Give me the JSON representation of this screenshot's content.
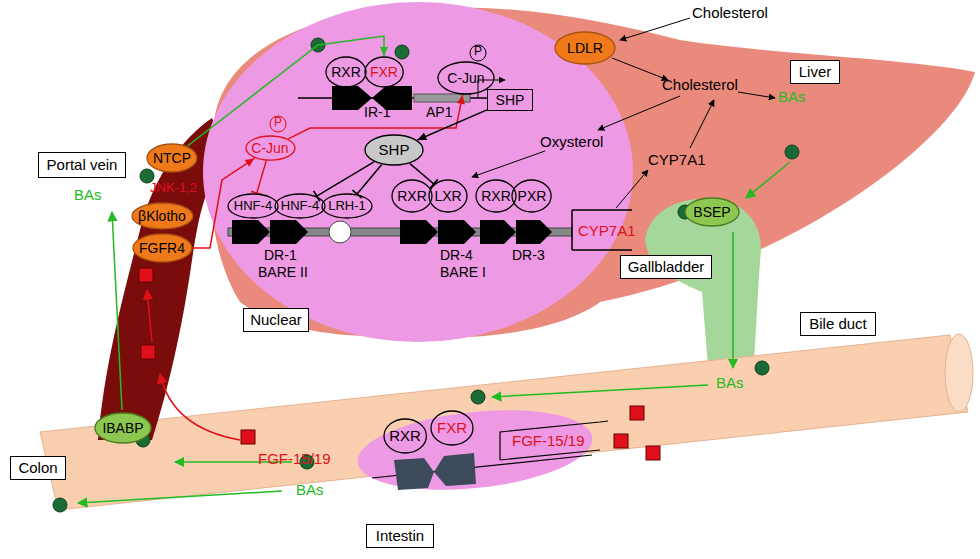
{
  "diagram": {
    "nodes": [
      {
        "text": [
          "LDLR"
        ]
      },
      {
        "text": [
          "Liver"
        ]
      },
      {
        "text": [
          "RXR"
        ]
      },
      {
        "text": [
          "FXR"
        ]
      },
      {
        "text": [
          "C-Jun"
        ]
      },
      {
        "text": [
          "SHP"
        ]
      },
      {
        "text": [
          "Portal vein"
        ]
      },
      {
        "text": [
          "NTCP"
        ]
      },
      {
        "text": [
          "C-Jun"
        ]
      },
      {
        "text": [
          "SHP"
        ]
      },
      {
        "text": [
          "HNF-4"
        ]
      },
      {
        "text": [
          "HNF-4"
        ]
      },
      {
        "text": [
          "LRH-1"
        ]
      },
      {
        "text": [
          "RXR"
        ]
      },
      {
        "text": [
          "LXR"
        ]
      },
      {
        "text": [
          "RXR"
        ]
      },
      {
        "text": [
          "PXR"
        ]
      },
      {
        "text": [
          "βKlotho"
        ]
      },
      {
        "text": [
          "FGFR4"
        ]
      },
      {
        "text": [
          "BSEP"
        ]
      },
      {
        "text": [
          "Gallbladder"
        ]
      },
      {
        "text": [
          "Nuclear"
        ]
      },
      {
        "text": [
          "Bile duct"
        ]
      },
      {
        "text": [
          "IBABP"
        ]
      },
      {
        "text": [
          "RXR"
        ]
      },
      {
        "text": [
          "FXR"
        ]
      },
      {
        "text": [
          "Colon"
        ]
      },
      {
        "text": [
          "Intestin"
        ]
      }
    ],
    "edges": [
      {
        "from": 18,
        "to": 8,
        "arrow": "to",
        "label": "JNK-1,2"
      },
      {
        "from": 8,
        "to": 10,
        "arrow": "to"
      },
      {
        "from": 8,
        "to": 4,
        "arrow": "to"
      },
      {
        "from": 5,
        "to": 9,
        "arrow": "to"
      },
      {
        "from": 9,
        "to": 11,
        "arrow": "to"
      },
      {
        "from": 9,
        "to": 12,
        "arrow": "to"
      },
      {
        "from": 9,
        "to": 14,
        "arrow": "to"
      },
      {
        "from": 7,
        "to": 3,
        "arrow": "to"
      }
    ],
    "labels": [
      "Cholesterol",
      "Cholesterol",
      "Oxysterol",
      "CYP7A1",
      "BAs",
      "BAs",
      "BAs",
      "BAs",
      "IR-1",
      "AP1",
      "P",
      "P",
      "DR-1",
      "BARE II",
      "DR-4",
      "BARE I",
      "DR-3",
      "CYP7A1",
      "FGF-15/19",
      "FGF-15/19"
    ]
  }
}
